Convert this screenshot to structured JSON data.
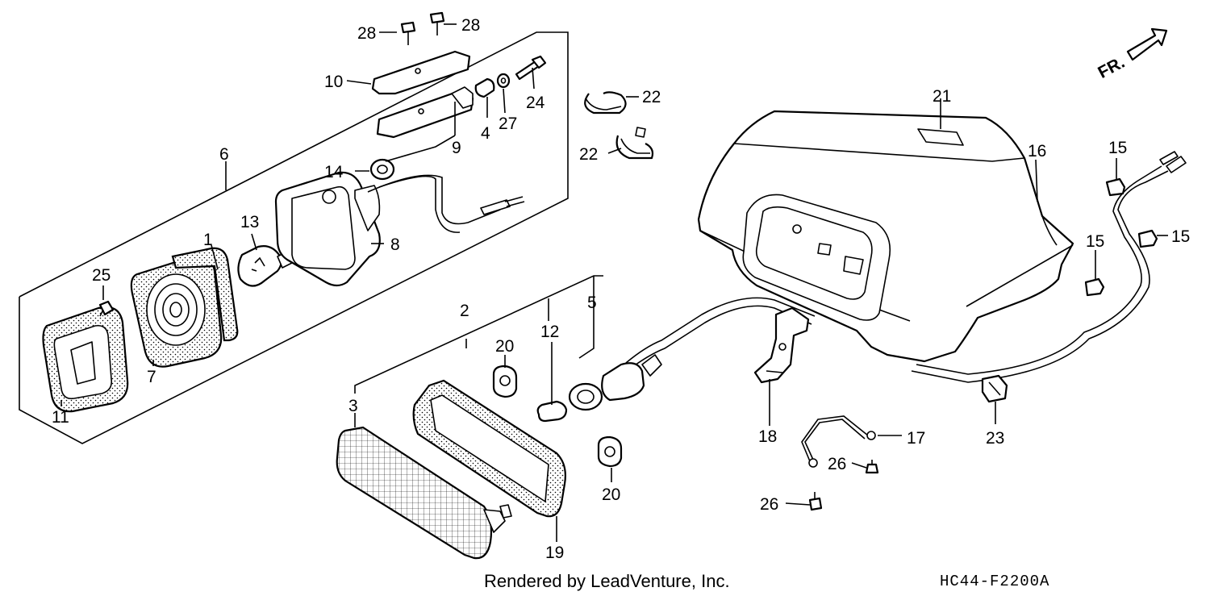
{
  "credit": "Rendered by LeadVenture, Inc.",
  "diagram_code": "HC44-F2200A",
  "direction_label": "FR.",
  "callouts": [
    {
      "id": "c1",
      "text": "1"
    },
    {
      "id": "c2",
      "text": "2"
    },
    {
      "id": "c3",
      "text": "3"
    },
    {
      "id": "c4",
      "text": "4"
    },
    {
      "id": "c5",
      "text": "5"
    },
    {
      "id": "c6",
      "text": "6"
    },
    {
      "id": "c7",
      "text": "7"
    },
    {
      "id": "c8",
      "text": "8"
    },
    {
      "id": "c9",
      "text": "9"
    },
    {
      "id": "c10",
      "text": "10"
    },
    {
      "id": "c11",
      "text": "11"
    },
    {
      "id": "c12",
      "text": "12"
    },
    {
      "id": "c13",
      "text": "13"
    },
    {
      "id": "c14",
      "text": "14"
    },
    {
      "id": "c15a",
      "text": "15"
    },
    {
      "id": "c15b",
      "text": "15"
    },
    {
      "id": "c15c",
      "text": "15"
    },
    {
      "id": "c16",
      "text": "16"
    },
    {
      "id": "c17",
      "text": "17"
    },
    {
      "id": "c18",
      "text": "18"
    },
    {
      "id": "c19",
      "text": "19"
    },
    {
      "id": "c20a",
      "text": "20"
    },
    {
      "id": "c20b",
      "text": "20"
    },
    {
      "id": "c21",
      "text": "21"
    },
    {
      "id": "c22a",
      "text": "22"
    },
    {
      "id": "c22b",
      "text": "22"
    },
    {
      "id": "c23",
      "text": "23"
    },
    {
      "id": "c24",
      "text": "24"
    },
    {
      "id": "c25",
      "text": "25"
    },
    {
      "id": "c26a",
      "text": "26"
    },
    {
      "id": "c26b",
      "text": "26"
    },
    {
      "id": "c27",
      "text": "27"
    },
    {
      "id": "c28a",
      "text": "28"
    },
    {
      "id": "c28b",
      "text": "28"
    }
  ]
}
